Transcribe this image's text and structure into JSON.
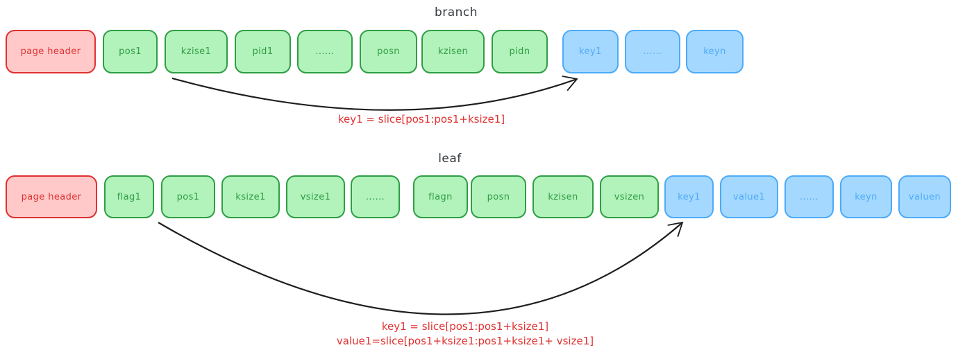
{
  "diagram": {
    "colors": {
      "red_fill": "#ffc9c9",
      "red_stroke": "#e03131",
      "green_fill": "#b2f2bb",
      "green_stroke": "#2f9e44",
      "blue_fill": "#a5d8ff",
      "blue_stroke": "#4dabf7",
      "annotation": "#e03131",
      "title": "#343a40",
      "arrow": "#1e1e1e"
    },
    "sections": [
      {
        "title": "branch",
        "boxes": [
          {
            "label": "page header",
            "color": "red"
          },
          {
            "label": "pos1",
            "color": "green"
          },
          {
            "label": "kzise1",
            "color": "green"
          },
          {
            "label": "pid1",
            "color": "green"
          },
          {
            "label": "......",
            "color": "green"
          },
          {
            "label": "posn",
            "color": "green"
          },
          {
            "label": "kzisen",
            "color": "green"
          },
          {
            "label": "pidn",
            "color": "green"
          },
          {
            "label": "key1",
            "color": "blue"
          },
          {
            "label": "......",
            "color": "blue"
          },
          {
            "label": "keyn",
            "color": "blue"
          }
        ],
        "annotation": [
          "key1 = slice[pos1:pos1+ksize1]"
        ]
      },
      {
        "title": "leaf",
        "boxes": [
          {
            "label": "page header",
            "color": "red"
          },
          {
            "label": "flag1",
            "color": "green"
          },
          {
            "label": "pos1",
            "color": "green"
          },
          {
            "label": "ksize1",
            "color": "green"
          },
          {
            "label": "vsize1",
            "color": "green"
          },
          {
            "label": "......",
            "color": "green"
          },
          {
            "label": "flagn",
            "color": "green"
          },
          {
            "label": "posn",
            "color": "green"
          },
          {
            "label": "kzisen",
            "color": "green"
          },
          {
            "label": "vsizen",
            "color": "green"
          },
          {
            "label": "key1",
            "color": "blue"
          },
          {
            "label": "value1",
            "color": "blue"
          },
          {
            "label": "......",
            "color": "blue"
          },
          {
            "label": "keyn",
            "color": "blue"
          },
          {
            "label": "valuen",
            "color": "blue"
          }
        ],
        "annotation": [
          "key1 = slice[pos1:pos1+ksize1]",
          "value1=slice[pos1+ksize1:pos1+ksize1+ vsize1]"
        ]
      }
    ]
  }
}
